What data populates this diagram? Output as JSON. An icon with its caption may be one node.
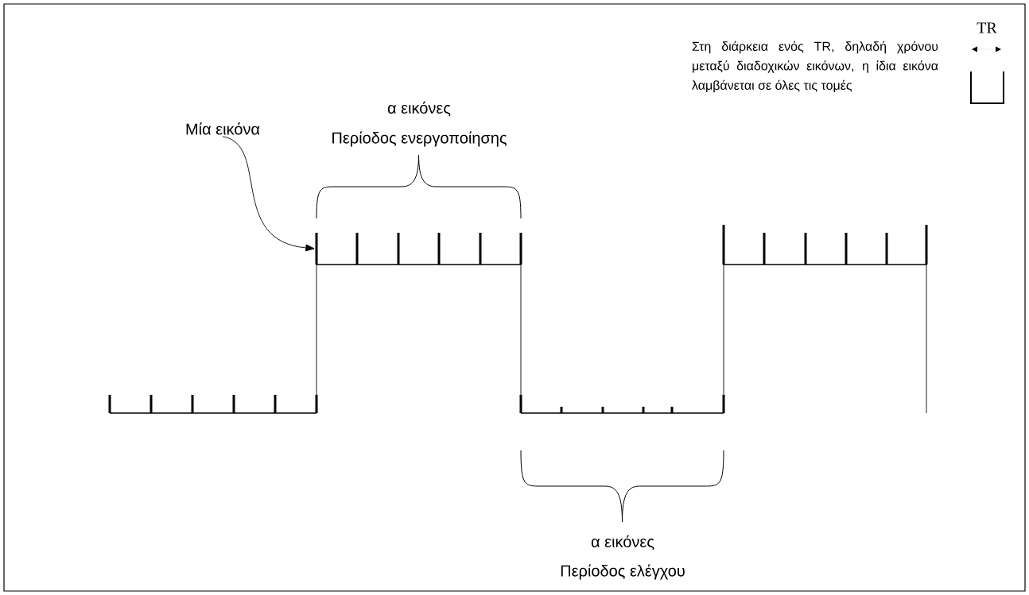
{
  "diagram": {
    "nodes": [
      {
        "text": [
          "Μία εικόνα"
        ]
      },
      {
        "text": [],
        "shape": "bar"
      }
    ],
    "edges": [
      {
        "from": 0,
        "to": 1,
        "arrow": "to"
      }
    ],
    "labels": [
      "Στη διάρκεια ενός TR, δηλαδή χρόνου μεταξύ διαδοχικών εικόνων, η ίδια εικόνα λαμβάνεται σε όλες τις τομές",
      "TR",
      "α εικόνες",
      "Περίοδος ενεργοποίησης",
      "α εικόνες",
      "Περίοδος ελέγχου"
    ]
  }
}
